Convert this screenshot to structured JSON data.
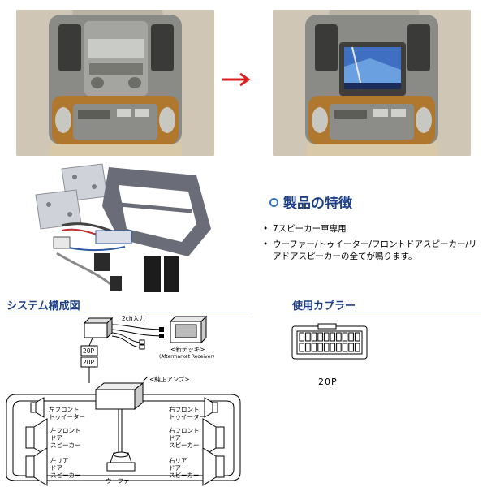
{
  "arrow_color": "#e02020",
  "features": {
    "title": "製品の特徴",
    "items": [
      "7スピーカー車専用",
      "ウーファー/トゥイーター/フロントドアスピーカー/リアドアスピーカーの全てが鳴ります。"
    ]
  },
  "system": {
    "title": "システム構成図",
    "input_label": "2ch入力",
    "deck_label": "<新デッキ>",
    "deck_sublabel": "(Aftermarket Receiver)",
    "amp_label": "<純正アンプ>",
    "pin_20p_a": "20P",
    "pin_20p_b": "20P",
    "left_front_tweeter": [
      "左フロント",
      "トゥイーター"
    ],
    "left_front_door": [
      "左フロント",
      "ドア",
      "スピーカー"
    ],
    "left_rear_door": [
      "左リア",
      "ドア",
      "スピーカー"
    ],
    "right_front_tweeter": [
      "右フロント",
      "トゥイーター"
    ],
    "right_front_door": [
      "右フロント",
      "ドア",
      "スピーカー"
    ],
    "right_rear_door": [
      "右リア",
      "ドア",
      "スピーカー"
    ],
    "woofer": "ウーファー"
  },
  "coupler": {
    "title": "使用カプラー",
    "label": "20P"
  }
}
